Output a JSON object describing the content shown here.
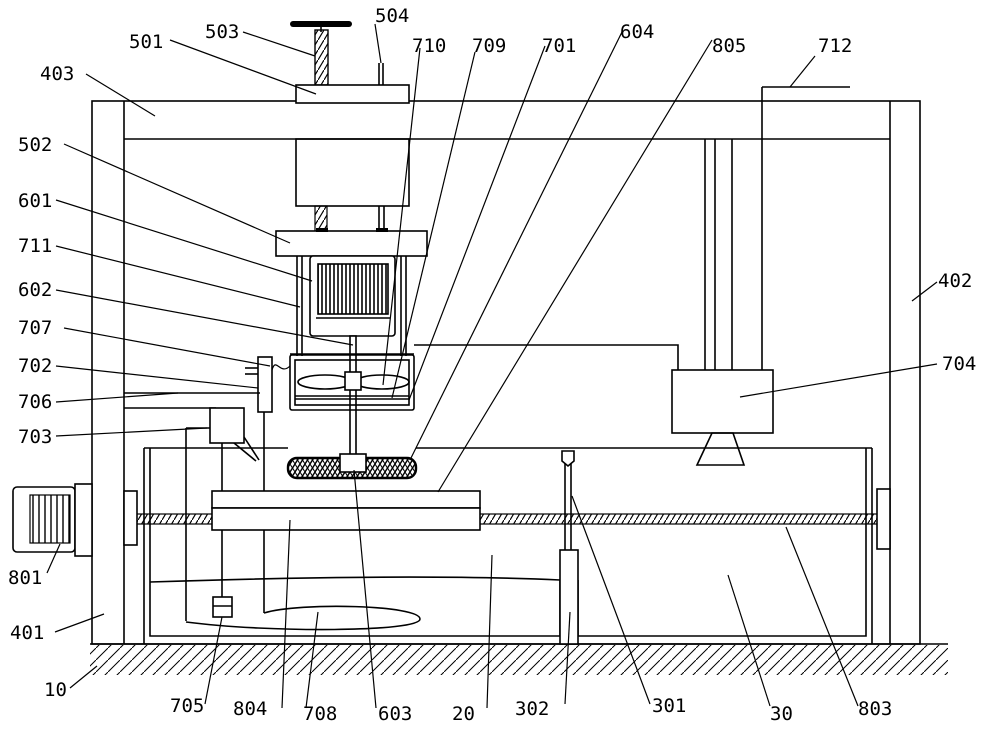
{
  "labels": {
    "l503": "503",
    "l504": "504",
    "l501": "501",
    "l710": "710",
    "l709": "709",
    "l701": "701",
    "l604": "604",
    "l805": "805",
    "l712": "712",
    "l403": "403",
    "l502": "502",
    "l601": "601",
    "l711": "711",
    "l602": "602",
    "l707": "707",
    "l702": "702",
    "l706": "706",
    "l703": "703",
    "l402": "402",
    "l704": "704",
    "l801": "801",
    "l401": "401",
    "l10": "10",
    "l705": "705",
    "l804": "804",
    "l708": "708",
    "l603": "603",
    "l20": "20",
    "l302": "302",
    "l301": "301",
    "l30": "30",
    "l803": "803"
  }
}
